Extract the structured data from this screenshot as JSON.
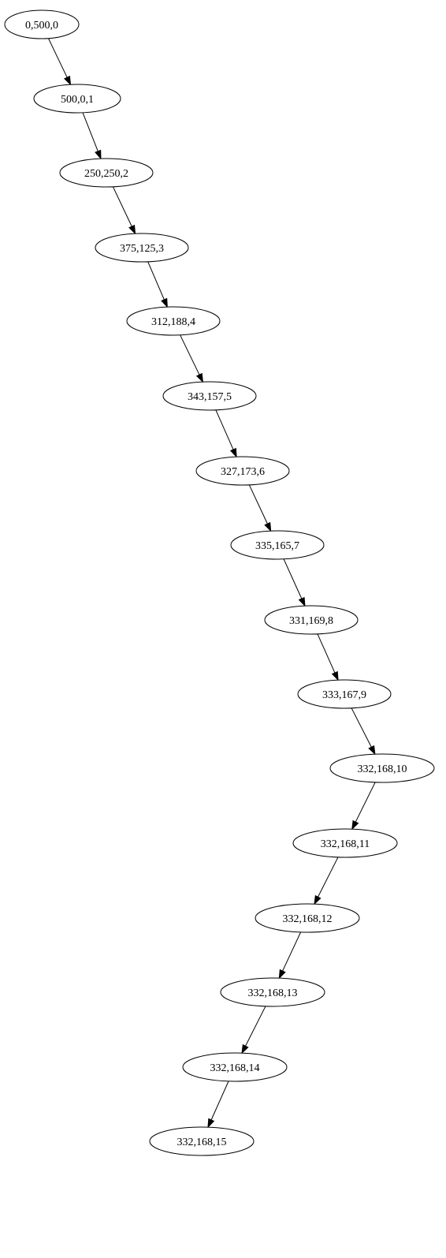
{
  "graph": {
    "type": "directed-chain",
    "nodes": [
      {
        "id": "n0",
        "label": "0,500,0"
      },
      {
        "id": "n1",
        "label": "500,0,1"
      },
      {
        "id": "n2",
        "label": "250,250,2"
      },
      {
        "id": "n3",
        "label": "375,125,3"
      },
      {
        "id": "n4",
        "label": "312,188,4"
      },
      {
        "id": "n5",
        "label": "343,157,5"
      },
      {
        "id": "n6",
        "label": "327,173,6"
      },
      {
        "id": "n7",
        "label": "335,165,7"
      },
      {
        "id": "n8",
        "label": "331,169,8"
      },
      {
        "id": "n9",
        "label": "333,167,9"
      },
      {
        "id": "n10",
        "label": "332,168,10"
      },
      {
        "id": "n11",
        "label": "332,168,11"
      },
      {
        "id": "n12",
        "label": "332,168,12"
      },
      {
        "id": "n13",
        "label": "332,168,13"
      },
      {
        "id": "n14",
        "label": "332,168,14"
      },
      {
        "id": "n15",
        "label": "332,168,15"
      }
    ],
    "edges": [
      {
        "from": "n0",
        "to": "n1"
      },
      {
        "from": "n1",
        "to": "n2"
      },
      {
        "from": "n2",
        "to": "n3"
      },
      {
        "from": "n3",
        "to": "n4"
      },
      {
        "from": "n4",
        "to": "n5"
      },
      {
        "from": "n5",
        "to": "n6"
      },
      {
        "from": "n6",
        "to": "n7"
      },
      {
        "from": "n7",
        "to": "n8"
      },
      {
        "from": "n8",
        "to": "n9"
      },
      {
        "from": "n9",
        "to": "n10"
      },
      {
        "from": "n10",
        "to": "n11"
      },
      {
        "from": "n11",
        "to": "n12"
      },
      {
        "from": "n12",
        "to": "n13"
      },
      {
        "from": "n13",
        "to": "n14"
      },
      {
        "from": "n14",
        "to": "n15"
      }
    ]
  }
}
